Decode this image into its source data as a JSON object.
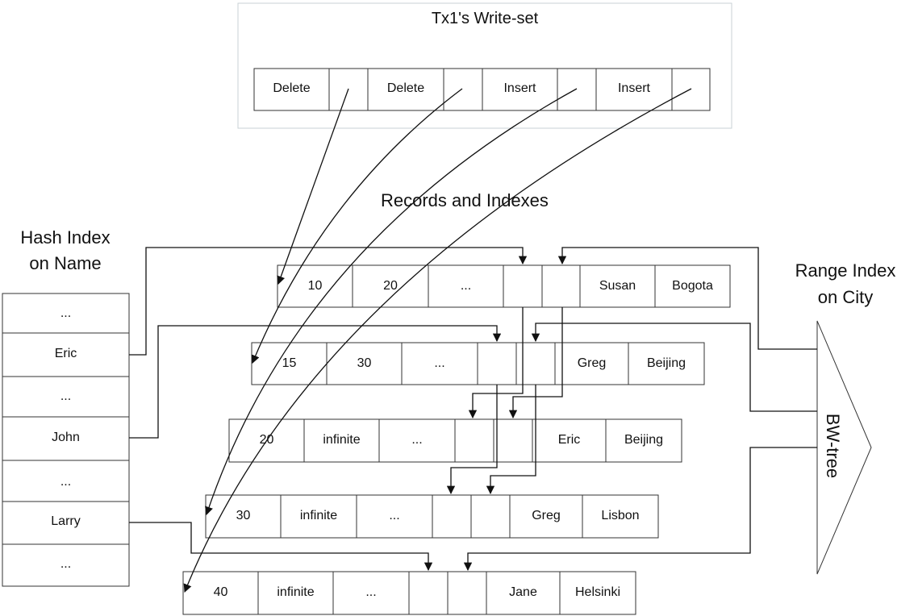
{
  "write_set": {
    "title": "Tx1's Write-set",
    "ops": [
      "Delete",
      "Delete",
      "Insert",
      "Insert"
    ]
  },
  "records_title": "Records and Indexes",
  "hash_index": {
    "title_line1": "Hash Index",
    "title_line2": "on Name",
    "buckets": [
      "...",
      "Eric",
      "...",
      "John",
      "...",
      "Larry",
      "..."
    ]
  },
  "range_index": {
    "title_line1": "Range Index",
    "title_line2": "on City",
    "tree_label": "BW-tree"
  },
  "records": [
    {
      "begin": "10",
      "end": "20",
      "payload": "...",
      "name": "Susan",
      "city": "Bogota"
    },
    {
      "begin": "15",
      "end": "30",
      "payload": "...",
      "name": "Greg",
      "city": "Beijing"
    },
    {
      "begin": "20",
      "end": "infinite",
      "payload": "...",
      "name": "Eric",
      "city": "Beijing"
    },
    {
      "begin": "30",
      "end": "infinite",
      "payload": "...",
      "name": "Greg",
      "city": "Lisbon"
    },
    {
      "begin": "40",
      "end": "infinite",
      "payload": "...",
      "name": "Jane",
      "city": "Helsinki"
    }
  ],
  "colors": {
    "line": "#111111",
    "panel_border": "#c8d2d6",
    "cell_border": "#333333"
  }
}
